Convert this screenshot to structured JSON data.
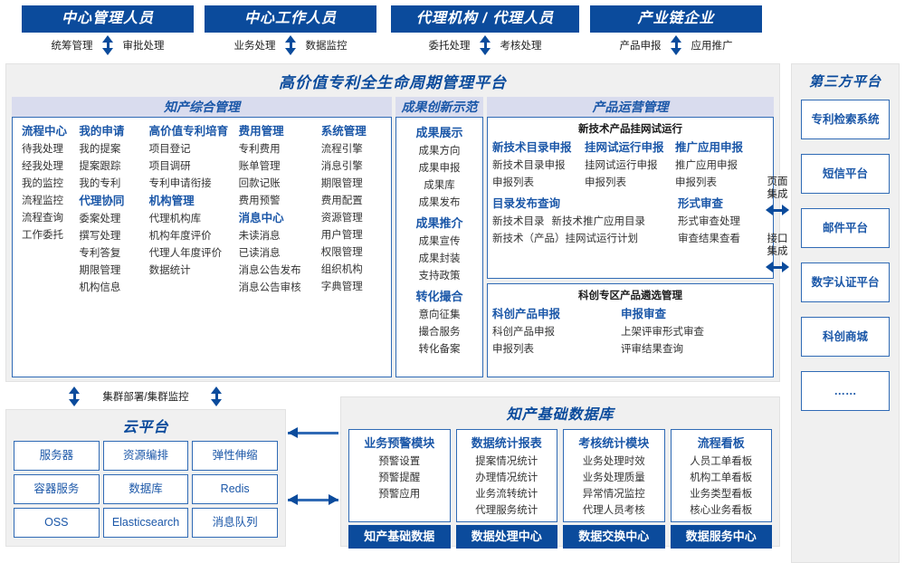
{
  "roles": [
    {
      "title": "中心管理人员",
      "subs": [
        "统筹管理",
        "审批处理"
      ]
    },
    {
      "title": "中心工作人员",
      "subs": [
        "业务处理",
        "数据监控"
      ]
    },
    {
      "title": "代理机构 / 代理人员",
      "subs": [
        "委托处理",
        "考核处理"
      ]
    },
    {
      "title": "产业链企业",
      "subs": [
        "产品申报",
        "应用推广"
      ]
    }
  ],
  "platform": {
    "title": "高价值专利全生命周期管理平台",
    "sections": {
      "zhichan": {
        "header": "知产综合管理",
        "columns": [
          {
            "groups": [
              {
                "head": "流程中心",
                "items": [
                  "待我处理",
                  "经我处理",
                  "我的监控",
                  "流程监控",
                  "流程查询",
                  "工作委托"
                ]
              }
            ]
          },
          {
            "groups": [
              {
                "head": "我的申请",
                "items": [
                  "我的提案",
                  "提案跟踪",
                  "我的专利"
                ]
              },
              {
                "head": "代理协同",
                "items": [
                  "委案处理",
                  "撰写处理",
                  "专利答复",
                  "期限管理",
                  "机构信息"
                ]
              }
            ]
          },
          {
            "groups": [
              {
                "head": "高价值专利培育",
                "items": [
                  "项目登记",
                  "项目调研",
                  "专利申请衔接"
                ]
              },
              {
                "head": "机构管理",
                "items": [
                  "代理机构库",
                  "机构年度评价",
                  "代理人年度评价",
                  "数据统计"
                ]
              }
            ]
          },
          {
            "groups": [
              {
                "head": "费用管理",
                "items": [
                  "专利费用",
                  "账单管理",
                  "回款记账",
                  "费用预警"
                ]
              },
              {
                "head": "消息中心",
                "items": [
                  "未读消息",
                  "已读消息",
                  "消息公告发布",
                  "消息公告审核"
                ]
              }
            ]
          },
          {
            "groups": [
              {
                "head": "系统管理",
                "items": [
                  "流程引擎",
                  "消息引擎",
                  "期限管理",
                  "费用配置",
                  "资源管理",
                  "用户管理",
                  "权限管理",
                  "组织机构",
                  "字典管理"
                ]
              }
            ]
          }
        ]
      },
      "chengguo": {
        "header": "成果创新示范",
        "groups": [
          {
            "head": "成果展示",
            "items": [
              "成果方向",
              "成果申报",
              "成果库",
              "成果发布"
            ]
          },
          {
            "head": "成果推介",
            "items": [
              "成果宣传",
              "成果封装",
              "支持政策"
            ]
          },
          {
            "head": "转化撮合",
            "items": [
              "意向征集",
              "撮合服务",
              "转化备案"
            ]
          }
        ]
      },
      "chanpin": {
        "header": "产品运营管理",
        "panels": [
          {
            "title": "新技术产品挂网试运行",
            "row1": [
              {
                "head": "新技术目录申报",
                "items": [
                  "新技术目录申报",
                  "申报列表"
                ]
              },
              {
                "head": "挂网试运行申报",
                "items": [
                  "挂网试运行申报",
                  "申报列表"
                ]
              },
              {
                "head": "推广应用申报",
                "items": [
                  "推广应用申报",
                  "申报列表"
                ]
              }
            ],
            "row2_left_head": "目录发布查询",
            "row2_left_items": [
              "新技术目录",
              "新技术推广应用目录",
              "新技术（产品）挂网试运行计划"
            ],
            "row2_right_head": "形式审查",
            "row2_right_items": [
              "形式审查处理",
              "审查结果查看"
            ]
          },
          {
            "title": "科创专区产品遴选管理",
            "cols": [
              {
                "head": "科创产品申报",
                "items": [
                  "科创产品申报",
                  "申报列表"
                ]
              },
              {
                "head": "申报审查",
                "items": [
                  "上架评审形式审查",
                  "评审结果查询"
                ]
              }
            ]
          }
        ]
      }
    }
  },
  "integration": [
    {
      "label": "页面集成"
    },
    {
      "label": "接口集成"
    }
  ],
  "third_party": {
    "title": "第三方平台",
    "items": [
      "专利检索系统",
      "短信平台",
      "邮件平台",
      "数字认证平台",
      "科创商城",
      "……"
    ]
  },
  "cluster_link": "集群部署/集群监控",
  "cloud": {
    "title": "云平台",
    "cells": [
      "服务器",
      "资源编排",
      "弹性伸缩",
      "容器服务",
      "数据库",
      "Redis",
      "OSS",
      "Elasticsearch",
      "消息队列"
    ]
  },
  "database": {
    "title": "知产基础数据库",
    "columns": [
      {
        "head": "业务预警模块",
        "items": [
          "预警设置",
          "预警提醒",
          "预警应用"
        ],
        "foot": "知产基础数据"
      },
      {
        "head": "数据统计报表",
        "items": [
          "提案情况统计",
          "办理情况统计",
          "业务流转统计",
          "代理服务统计"
        ],
        "foot": "数据处理中心"
      },
      {
        "head": "考核统计模块",
        "items": [
          "业务处理时效",
          "业务处理质量",
          "异常情况监控",
          "代理人员考核"
        ],
        "foot": "数据交换中心"
      },
      {
        "head": "流程看板",
        "items": [
          "人员工单看板",
          "机构工单看板",
          "业务类型看板",
          "核心业务看板"
        ],
        "foot": "数据服务中心"
      }
    ]
  },
  "colors": {
    "primary": "#0b4b9c",
    "accent": "#1b57a8",
    "border": "#2f6ab5",
    "section_header_bg": "#d9dcee",
    "panel_bg": "#f0f0f0"
  }
}
